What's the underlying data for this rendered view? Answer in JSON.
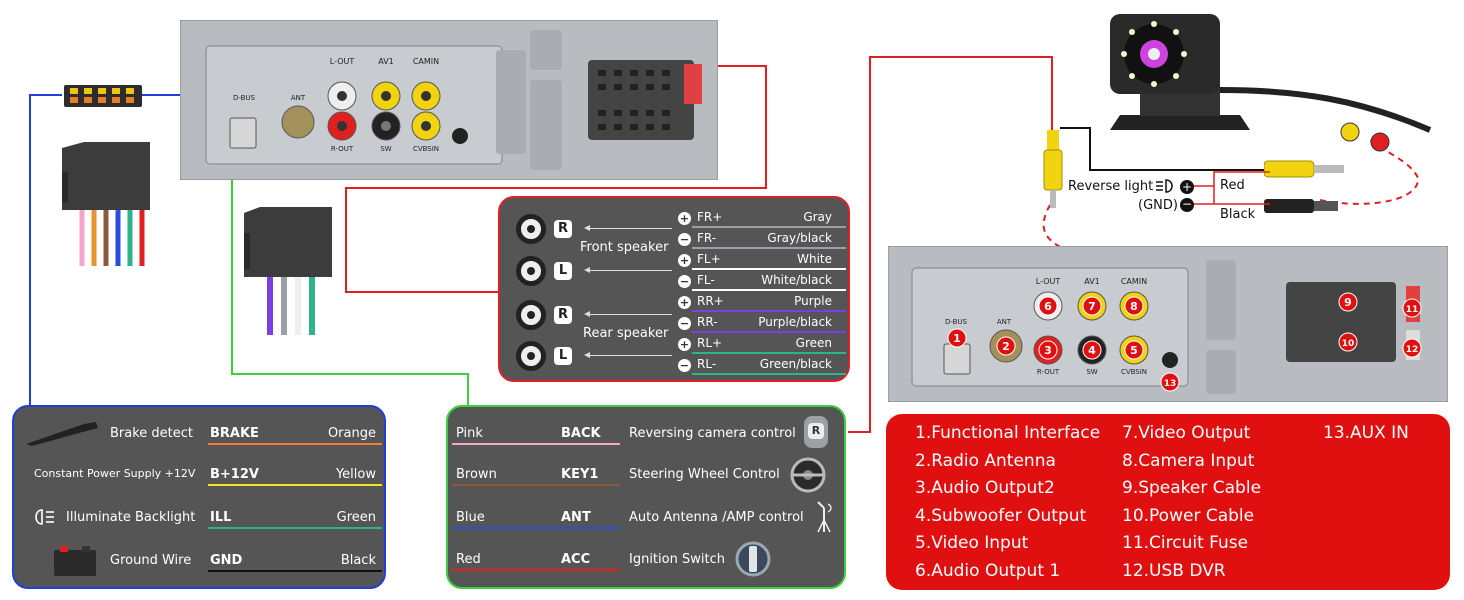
{
  "head_unit_top": {
    "port_labels": [
      "L-OUT",
      "AV1",
      "CAMIN",
      "D-BUS",
      "ANT",
      "R-OUT",
      "SW",
      "CVBSIN"
    ]
  },
  "head_unit_bottom": {
    "port_labels": [
      "L-OUT",
      "AV1",
      "CAMIN",
      "D-BUS",
      "ANT",
      "R-OUT",
      "SW",
      "CVBSIN"
    ],
    "markers": [
      "1",
      "2",
      "3",
      "4",
      "5",
      "6",
      "7",
      "8",
      "9",
      "10",
      "11",
      "12",
      "13"
    ]
  },
  "camera_wiring": {
    "reverse_light_label": "Reverse light",
    "gnd_label": "(GND)",
    "red_label": "Red",
    "black_label": "Black"
  },
  "speaker_panel": {
    "front_label": "Front speaker",
    "rear_label": "Rear speaker",
    "channels": [
      {
        "letter": "R",
        "wires": [
          {
            "sign": "+",
            "code": "FR+",
            "color": "Gray"
          },
          {
            "sign": "−",
            "code": "FR-",
            "color": "Gray/black"
          }
        ]
      },
      {
        "letter": "L",
        "wires": [
          {
            "sign": "+",
            "code": "FL+",
            "color": "White"
          },
          {
            "sign": "−",
            "code": "FL-",
            "color": "White/black"
          }
        ]
      },
      {
        "letter": "R",
        "wires": [
          {
            "sign": "+",
            "code": "RR+",
            "color": "Purple"
          },
          {
            "sign": "−",
            "code": "RR-",
            "color": "Purple/black"
          }
        ]
      },
      {
        "letter": "L",
        "wires": [
          {
            "sign": "+",
            "code": "RL+",
            "color": "Green"
          },
          {
            "sign": "−",
            "code": "RL-",
            "color": "Green/black"
          }
        ]
      }
    ],
    "line_colors": [
      "#9aa0a6",
      "#9aa0a6",
      "#ffffff",
      "#ffffff",
      "#7b3fe4",
      "#7b3fe4",
      "#2fb38a",
      "#2fb38a"
    ]
  },
  "power_panel": {
    "rows": [
      {
        "desc": "Brake detect",
        "code": "BRAKE",
        "color": "Orange",
        "line": "#f07b3a"
      },
      {
        "desc": "Constant Power Supply +12V",
        "code": "B+12V",
        "color": "Yellow",
        "line": "#f2e41c"
      },
      {
        "desc": "Illuminate Backlight",
        "code": "ILL",
        "color": "Green",
        "line": "#2fb38a"
      },
      {
        "desc": "Ground Wire",
        "code": "GND",
        "color": "Black",
        "line": "#111111"
      }
    ]
  },
  "control_panel": {
    "rows": [
      {
        "color": "Pink",
        "code": "BACK",
        "desc": "Reversing camera control",
        "line": "#f2a6c8"
      },
      {
        "color": "Brown",
        "code": "KEY1",
        "desc": "Steering Wheel Control",
        "line": "#8a5a3c"
      },
      {
        "color": "Blue",
        "code": "ANT",
        "desc": "Auto Antenna /AMP control",
        "line": "#2b4ce0"
      },
      {
        "color": "Red",
        "code": "ACC",
        "desc": "Ignition Switch",
        "line": "#e02020"
      }
    ],
    "badge": "R"
  },
  "legend": {
    "col1": [
      "1.Functional Interface",
      "2.Radio Antenna",
      "3.Audio Output2",
      "4.Subwoofer Output",
      "5.Video Input",
      "6.Audio Output 1"
    ],
    "col2": [
      "7.Video Output",
      "8.Camera Input",
      "9.Speaker Cable",
      "10.Power Cable",
      "11.Circuit Fuse",
      "12.USB DVR"
    ],
    "col3": [
      "13.AUX IN"
    ]
  },
  "colors": {
    "panel_dark": "#555555",
    "legend_red": "#e01010",
    "blue_wire": "#1f3fd6",
    "green_wire": "#3ad13a",
    "red_wire": "#e02020"
  }
}
